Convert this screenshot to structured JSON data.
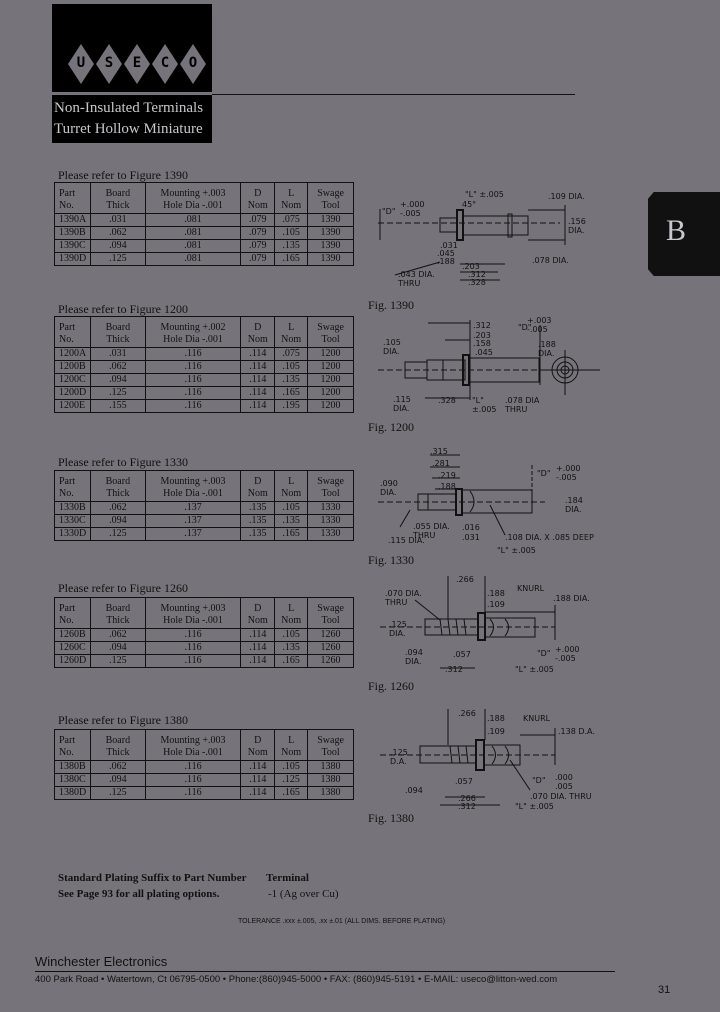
{
  "header": {
    "logo_letters": [
      "U",
      "S",
      "E",
      "C",
      "O"
    ],
    "title_line1": "Non-Insulated Terminals",
    "title_line2": "Turret Hollow Miniature"
  },
  "section_tab": "B",
  "column_headers": {
    "part_no": "Part No.",
    "board_1": "Board",
    "board_2": "Thick",
    "mount_1_1390": "Mounting  +.003",
    "mount_2_1390": "Hole Dia  -.001",
    "mount_1_1200": "Mounting  +.002",
    "mount_2_1200": "Hole Dia  -.001",
    "d_1": "D",
    "d_2": "Nom",
    "l_1": "L",
    "l_2": "Nom",
    "swage_1": "Swage",
    "swage_2": "Tool"
  },
  "tables": [
    {
      "caption": "Please refer to Figure 1390",
      "mount": "1390",
      "rows": [
        [
          "1390A",
          ".031",
          ".081",
          ".079",
          ".075",
          "1390"
        ],
        [
          "1390B",
          ".062",
          ".081",
          ".079",
          ".105",
          "1390"
        ],
        [
          "1390C",
          ".094",
          ".081",
          ".079",
          ".135",
          "1390"
        ],
        [
          "1390D",
          ".125",
          ".081",
          ".079",
          ".165",
          "1390"
        ]
      ]
    },
    {
      "caption": "Please refer to Figure 1200",
      "mount": "1200",
      "rows": [
        [
          "1200A",
          ".031",
          ".116",
          ".114",
          ".075",
          "1200"
        ],
        [
          "1200B",
          ".062",
          ".116",
          ".114",
          ".105",
          "1200"
        ],
        [
          "1200C",
          ".094",
          ".116",
          ".114",
          ".135",
          "1200"
        ],
        [
          "1200D",
          ".125",
          ".116",
          ".114",
          ".165",
          "1200"
        ],
        [
          "1200E",
          ".155",
          ".116",
          ".114",
          ".195",
          "1200"
        ]
      ]
    },
    {
      "caption": "Please refer to Figure 1330",
      "mount": "1390",
      "rows": [
        [
          "1330B",
          ".062",
          ".137",
          ".135",
          ".105",
          "1330"
        ],
        [
          "1330C",
          ".094",
          ".137",
          ".135",
          ".135",
          "1330"
        ],
        [
          "1330D",
          ".125",
          ".137",
          ".135",
          ".165",
          "1330"
        ]
      ]
    },
    {
      "caption": "Please refer to Figure 1260",
      "mount": "1390",
      "rows": [
        [
          "1260B",
          ".062",
          ".116",
          ".114",
          ".105",
          "1260"
        ],
        [
          "1260C",
          ".094",
          ".116",
          ".114",
          ".135",
          "1260"
        ],
        [
          "1260D",
          ".125",
          ".116",
          ".114",
          ".165",
          "1260"
        ]
      ]
    },
    {
      "caption": "Please refer to Figure 1380",
      "mount": "1390",
      "rows": [
        [
          "1380B",
          ".062",
          ".116",
          ".114",
          ".105",
          "1380"
        ],
        [
          "1380C",
          ".094",
          ".116",
          ".114",
          ".125",
          "1380"
        ],
        [
          "1380D",
          ".125",
          ".116",
          ".114",
          ".165",
          "1380"
        ]
      ]
    }
  ],
  "figures": {
    "f1390": {
      "caption": "Fig. 1390",
      "labels": [
        "\"L\" ±.005",
        "45°",
        "+.000\n-.005",
        "\"D\"",
        ".109 DIA.",
        ".156\nDIA.",
        ".031",
        ".045",
        ".188",
        ".203",
        ".312",
        ".328",
        ".043 DIA.\nTHRU",
        ".078 DIA."
      ]
    },
    "f1200": {
      "caption": "Fig. 1200",
      "labels": [
        "\"D\"",
        "+.003\n-.005",
        ".312",
        ".203",
        ".158",
        ".045",
        ".105\nDIA.",
        ".188\nDIA.",
        ".115\nDIA.",
        ".328",
        "\"L\"\n±.005",
        ".078 DIA\nTHRU"
      ]
    },
    "f1330": {
      "caption": "Fig. 1330",
      "labels": [
        ".315",
        ".281",
        ".219",
        ".188",
        ".090\nDIA.",
        "\"D\"",
        "+.000\n-.005",
        ".184\nDIA.",
        ".055 DIA.\nTHRU",
        ".016",
        ".031",
        ".115 DIA.",
        ".108 DIA. X .085 DEEP",
        "\"L\" ±.005"
      ]
    },
    "f1260": {
      "caption": "Fig. 1260",
      "labels": [
        ".266",
        ".070 DIA.\nTHRU",
        ".188",
        "KNURL",
        ".188 DIA.",
        ".109",
        ".125\nDIA.",
        ".094\nDIA.",
        ".057",
        "+.000\n-.005",
        "\"D\"",
        ".312",
        "\"L\" ±.005"
      ]
    },
    "f1380": {
      "caption": "Fig. 1380",
      "labels": [
        ".266",
        ".188",
        "KNURL",
        ".109",
        ".138 D.A.",
        ".125\nD.A.",
        ".094",
        ".057",
        "\"D\"",
        ".000\n.005",
        ".266",
        ".070 DIA. THRU",
        ".312",
        "\"L\" ±.005"
      ]
    }
  },
  "plating": {
    "heading": "Standard Plating Suffix to Part Number",
    "note": "See Page 93 for all plating options.",
    "col_label": "Terminal",
    "col_value": "-1 (Ag over Cu)"
  },
  "tolerance": "TOLERANCE .xxx ±.005, .xx ±.01     (ALL DIMS. BEFORE PLATING)",
  "footer": {
    "company": "Winchester Electronics",
    "address": "400 Park Road • Watertown, Ct 06795-0500 • Phone:(860)945-5000 • FAX: (860)945-5191 • E-MAIL: useco@litton-wed.com",
    "page_number": "31"
  }
}
